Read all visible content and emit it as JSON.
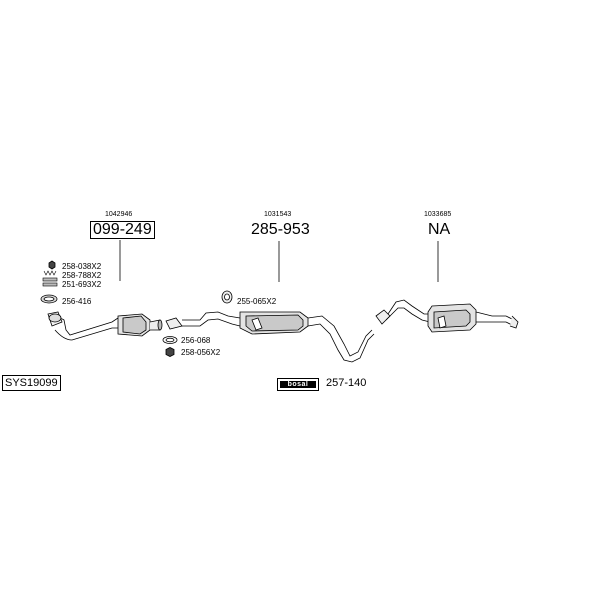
{
  "sections": [
    {
      "part_number": "1042946",
      "code": "099-249",
      "boxed": true
    },
    {
      "part_number": "1031543",
      "code": "285-953",
      "boxed": false
    },
    {
      "part_number": "1033685",
      "code": "NA",
      "boxed": false
    }
  ],
  "hardware": {
    "h1": "258-038X2",
    "h2": "258-788X2",
    "h3": "251-693X2",
    "h4": "256-416",
    "h5": "255-065X2",
    "h6": "256-068",
    "h7": "258-056X2"
  },
  "system_code": "SYS19099",
  "brand": {
    "logo": "bosal",
    "part": "257-140"
  }
}
